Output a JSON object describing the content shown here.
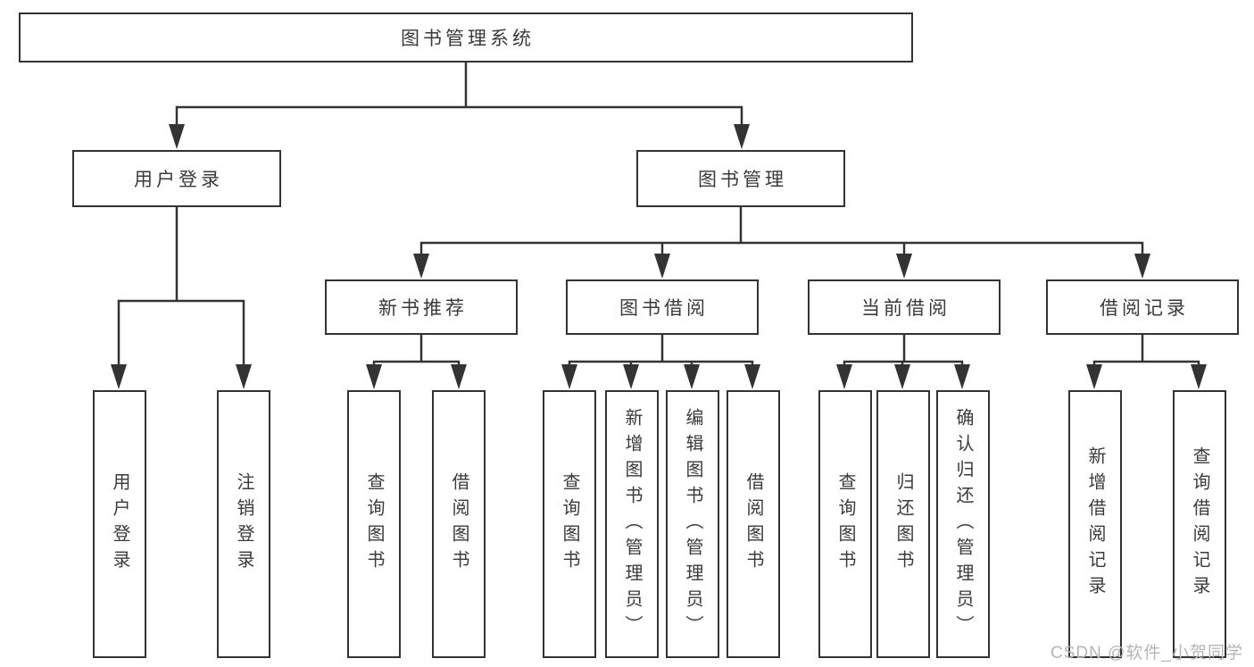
{
  "root": {
    "label": "图书管理系统"
  },
  "branches": {
    "user_login": {
      "label": "用户登录",
      "children": {
        "login": {
          "label": "用户登录"
        },
        "logout": {
          "label": "注销登录"
        }
      }
    },
    "book_management": {
      "label": "图书管理",
      "children": {
        "recommend": {
          "label": "新书推荐",
          "children": {
            "query": {
              "label": "查询图书"
            },
            "borrow": {
              "label": "借阅图书"
            }
          }
        },
        "borrowing": {
          "label": "图书借阅",
          "children": {
            "query": {
              "label": "查询图书"
            },
            "add": {
              "label": "新增图书（管理员）"
            },
            "edit": {
              "label": "编辑图书（管理员）"
            },
            "borrow": {
              "label": "借阅图书"
            }
          }
        },
        "current": {
          "label": "当前借阅",
          "children": {
            "query": {
              "label": "查询图书"
            },
            "return": {
              "label": "归还图书"
            },
            "confirm": {
              "label": "确认归还（管理员）"
            }
          }
        },
        "records": {
          "label": "借阅记录",
          "children": {
            "add": {
              "label": "新增借阅记录"
            },
            "query": {
              "label": "查询借阅记录"
            }
          }
        }
      }
    }
  },
  "watermark": {
    "text": "CSDN @软件_小贺同学"
  },
  "colors": {
    "stroke": "#333333",
    "text": "#3a3a3a",
    "watermark": "#b5b5b5",
    "background": "#ffffff"
  }
}
